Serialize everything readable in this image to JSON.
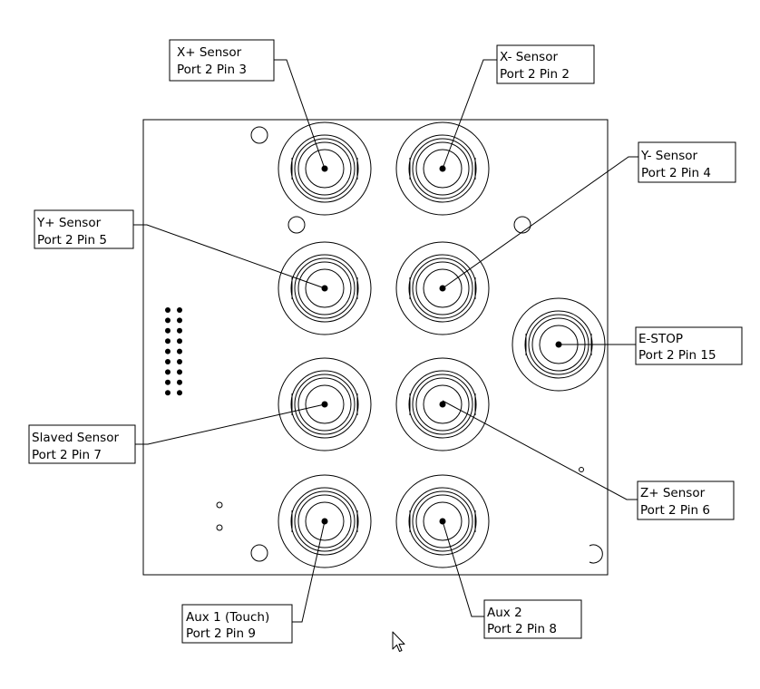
{
  "callouts": [
    {
      "id": "x-plus",
      "line1": "X+ Sensor",
      "line2": "Port 2 Pin 3"
    },
    {
      "id": "x-minus",
      "line1": "X- Sensor",
      "line2": "Port 2 Pin 2"
    },
    {
      "id": "y-minus",
      "line1": "Y- Sensor",
      "line2": "Port 2 Pin 4"
    },
    {
      "id": "y-plus",
      "line1": "Y+ Sensor",
      "line2": "Port 2 Pin 5"
    },
    {
      "id": "e-stop",
      "line1": "E-STOP",
      "line2": "Port 2 Pin 15"
    },
    {
      "id": "slaved",
      "line1": "Slaved Sensor",
      "line2": "Port 2 Pin 7"
    },
    {
      "id": "z-plus",
      "line1": "Z+ Sensor",
      "line2": "Port 2 Pin 6"
    },
    {
      "id": "aux1",
      "line1": "Aux 1 (Touch)",
      "line2": "Port 2 Pin 9"
    },
    {
      "id": "aux2",
      "line1": "Aux 2",
      "line2": "Port 2 Pin 8"
    }
  ],
  "icons": {
    "cursor": "mouse-pointer-icon"
  }
}
